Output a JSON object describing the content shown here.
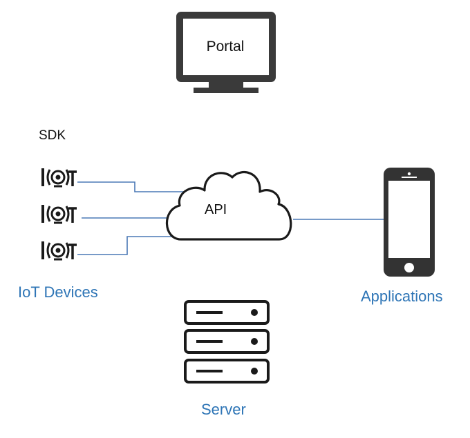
{
  "portal": {
    "label": "Portal",
    "icon": "monitor-icon"
  },
  "sdk": {
    "label": "SDK"
  },
  "cloud": {
    "label": "API",
    "icon": "cloud-icon"
  },
  "iot": {
    "label": "IoT Devices",
    "icon": "iot-icon",
    "devices": [
      {
        "glyph": "((◎))T"
      },
      {
        "glyph": "((◎))T"
      },
      {
        "glyph": "((◎))T"
      }
    ]
  },
  "apps": {
    "label": "Applications",
    "icon": "smartphone-icon"
  },
  "server": {
    "label": "Server",
    "icon": "server-rack-icon"
  },
  "colors": {
    "icon": "#1a1a1a",
    "line": "#4a78b5",
    "label_accent": "#2e75b6",
    "monitor": "#3a3a3a",
    "phone": "#333333"
  }
}
